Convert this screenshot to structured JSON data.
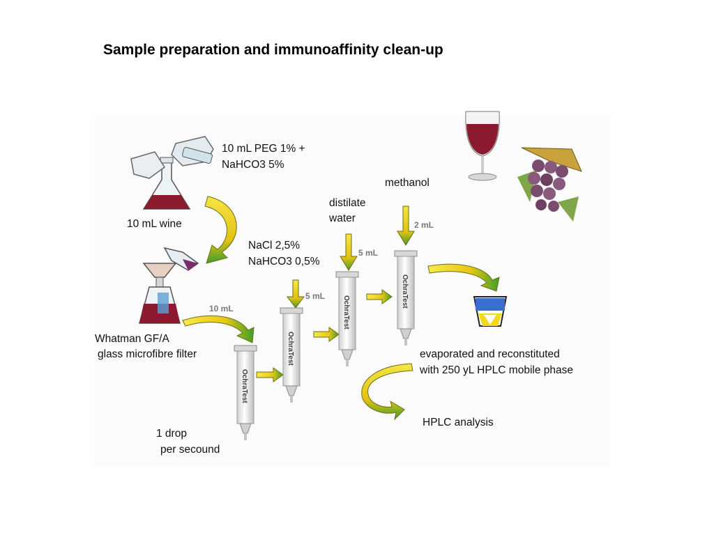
{
  "title": "Sample preparation and immunoaffinity clean-up",
  "labels": {
    "peg": "10 mL PEG 1% +",
    "nahco3_5": "NaHCO3 5%",
    "wine": "10 mL wine",
    "nacl": "NaCl 2,5%",
    "nahco3_05": "NaHCO3 0,5%",
    "whatman": "Whatman GF/A",
    "filter": "glass microfibre filter",
    "distilate": "distilate",
    "water": "water",
    "methanol": "methanol",
    "evaporated": "evaporated and reconstituted",
    "reconstituted_with": "with 250 yL HPLC  mobile phase",
    "hplc": "HPLC analysis",
    "drop": "1 drop",
    "per_second": "per secound"
  },
  "volumes": {
    "load": "10 mL",
    "wash1": "5 mL",
    "wash2": "5 mL",
    "elute": "2 mL"
  },
  "column_label": "OchraTest",
  "colors": {
    "arrow_yellow": "#f2d91a",
    "arrow_green": "#3f9e2a",
    "wine_red": "#8b1a2e",
    "grape_purple": "#7a4c6e"
  }
}
